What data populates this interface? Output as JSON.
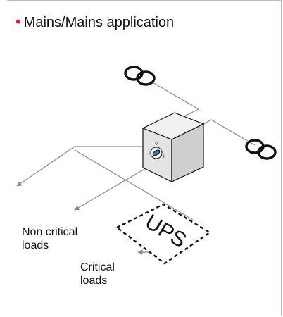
{
  "title": {
    "text": "Mains/Mains application",
    "bullet_color": "#d6202a"
  },
  "labels": {
    "non_critical_line1": "Non critical",
    "non_critical_line2": "loads",
    "critical_line1": "Critical",
    "critical_line2": "loads",
    "ups": "UPS"
  },
  "side_code": "hys_046_d_gb",
  "icons": {
    "source_top": "transformer-icon",
    "source_right": "transformer-icon",
    "switch": "changeover-switch-icon"
  },
  "colors": {
    "line": "#8a8a8a",
    "box_front": "#e3e3e3",
    "box_side": "#cfcfcf",
    "box_top": "#f1f1f1"
  }
}
